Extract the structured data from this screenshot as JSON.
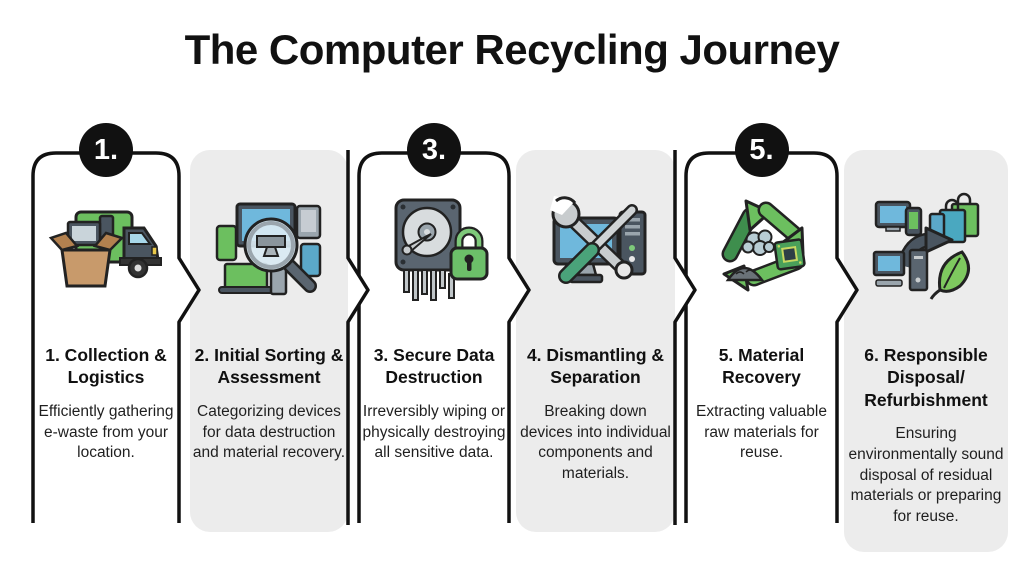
{
  "title": "The Computer Recycling Journey",
  "steps": [
    {
      "badge": "1.",
      "variant": "white",
      "icon": "collection-box-truck-icon",
      "title": "1. Collection & Logistics",
      "description": "Efficiently gathering e-waste from your location."
    },
    {
      "badge": "",
      "variant": "gray",
      "icon": "devices-magnifier-icon",
      "title": "2. Initial Sorting & Assessment",
      "description": "Categorizing devices for data destruction and material recovery."
    },
    {
      "badge": "3.",
      "variant": "white",
      "icon": "harddrive-shredder-lock-icon",
      "title": "3. Secure Data Destruction",
      "description": "Irreversibly wiping or physically destroying all sensitive data."
    },
    {
      "badge": "",
      "variant": "gray",
      "icon": "tools-monitor-icon",
      "title": "4. Dismantling & Separation",
      "description": "Breaking down devices into individual components and materials."
    },
    {
      "badge": "5.",
      "variant": "white",
      "icon": "recycle-materials-icon",
      "title": "5. Material Recovery",
      "description": "Extracting valuable raw materials for reuse."
    },
    {
      "badge": "",
      "variant": "gray",
      "icon": "reuse-leaf-icon",
      "title": "6. Responsible Disposal/ Refurbishment",
      "description": "Ensuring environmentally sound disposal of residual materials or preparing for reuse."
    }
  ],
  "colors": {
    "panel_gray": "#ececec",
    "badge_black": "#111111",
    "green": "#6cbf5f",
    "dark_green": "#3e8e4d",
    "screen_blue": "#6fb8dc",
    "slate": "#4a5560",
    "box_tan": "#c89a6b",
    "lock_green": "#6cbf69"
  }
}
